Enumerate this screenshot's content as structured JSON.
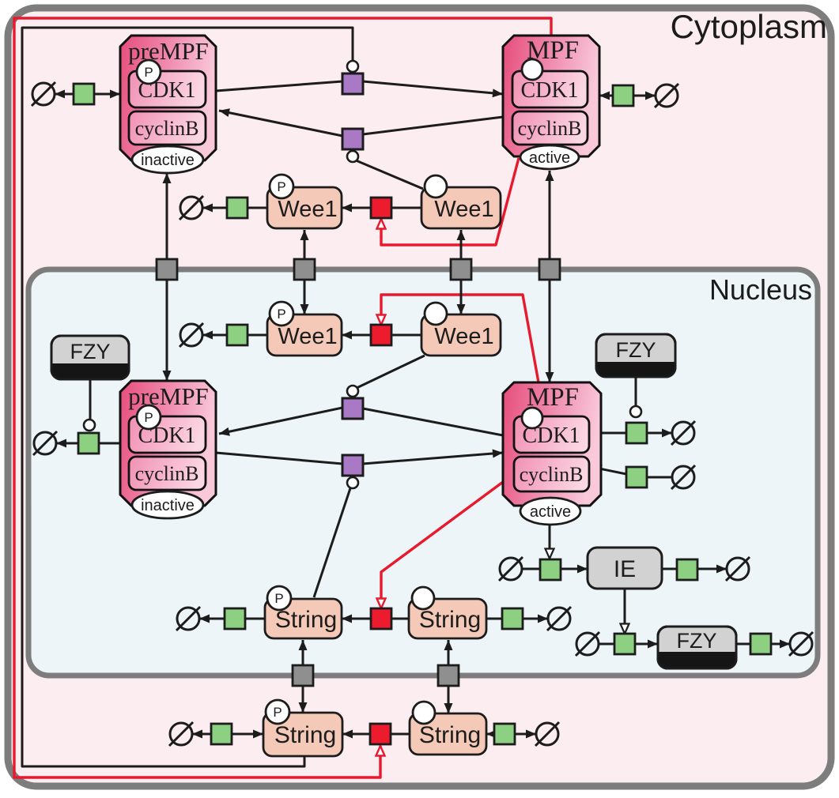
{
  "compartments": {
    "cytoplasm_label": "Cytoplasm",
    "nucleus_label": "Nucleus"
  },
  "labels": {
    "prempf": "preMPF",
    "mpf": "MPF",
    "cdk1": "CDK1",
    "cyclinb": "cyclinB",
    "inactive": "inactive",
    "active": "active",
    "wee1": "Wee1",
    "string": "String",
    "fzy": "FZY",
    "ie": "IE",
    "phospho": "P"
  },
  "colors": {
    "cytoplasm_fill": "#fcedf1",
    "nucleus_fill": "#edf5f9",
    "compartment_border": "#7d7d7d",
    "complex_gradient_dark": "#e64d7b",
    "complex_gradient_light": "#f9c9da",
    "subunit_gradient_dark": "#f190b3",
    "subunit_gradient_light": "#fbd6e3",
    "protein_fill": "#f5c9b8",
    "synthesis_degradation_green": "#8ed081",
    "phosphorylation_purple": "#aa79c6",
    "dephosphorylation_red": "#ec1b2d",
    "transport_gray": "#8f8f8f",
    "gene_box_gray": "#d2d2d2",
    "stimulation_red": "#e8182d",
    "edge_black": "#1c1c1c"
  }
}
